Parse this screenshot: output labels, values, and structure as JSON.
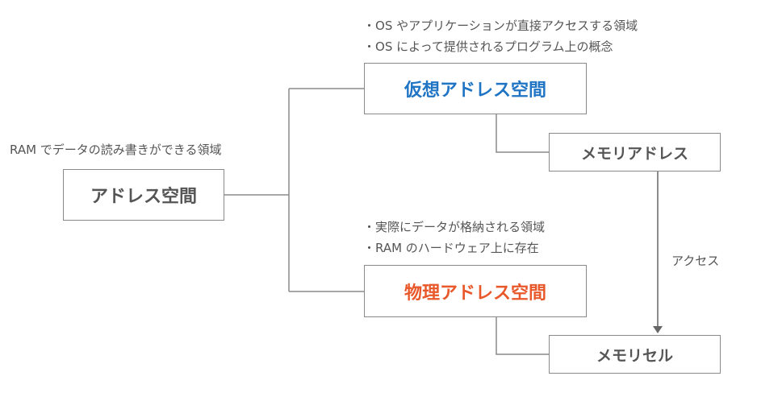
{
  "root": {
    "label": "アドレス空間",
    "caption": "RAM でデータの読み書きができる領域"
  },
  "virtual": {
    "label": "仮想アドレス空間",
    "color": "#1f74c4",
    "notes": [
      "OS やアプリケーションが直接アクセスする領域",
      "OS によって提供されるプログラム上の概念"
    ]
  },
  "physical": {
    "label": "物理アドレス空間",
    "color": "#e8582a",
    "notes": [
      "実際にデータが格納される領域",
      "RAM のハードウェア上に存在"
    ]
  },
  "memory_address": {
    "label": "メモリアドレス"
  },
  "memory_cell": {
    "label": "メモリセル"
  },
  "arrow": {
    "label": "アクセス"
  }
}
